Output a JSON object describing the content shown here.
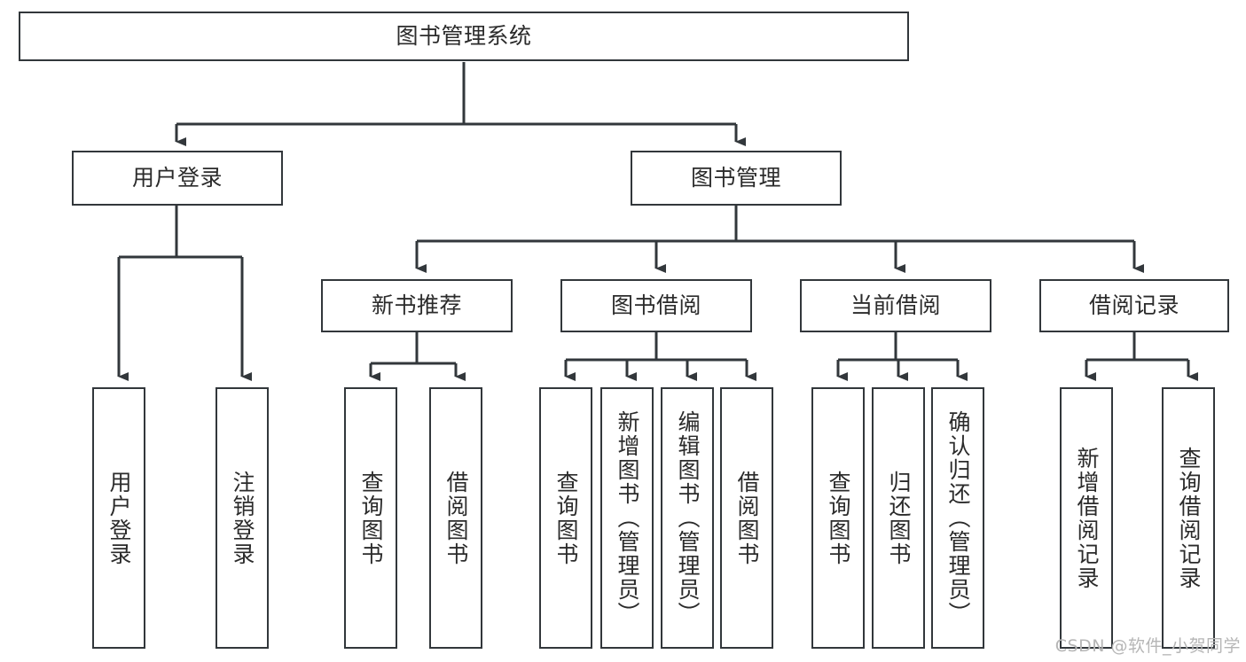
{
  "diagram": {
    "title": "图书管理系统",
    "type": "tree",
    "watermark": "CSDN @软件_小贺同学",
    "colors": {
      "box_border": "#32373b",
      "box_fill": "#ffffff",
      "connector": "#32373b",
      "text": "#2b2b2b",
      "watermark": "#b6b6b6"
    },
    "nodes": {
      "root": {
        "label": "图书管理系统"
      },
      "level2": [
        {
          "label": "用户登录"
        },
        {
          "label": "图书管理"
        }
      ],
      "level3": [
        {
          "label": "新书推荐"
        },
        {
          "label": "图书借阅"
        },
        {
          "label": "当前借阅"
        },
        {
          "label": "借阅记录"
        }
      ],
      "leaves": {
        "user_login": [
          {
            "label": "用户登录"
          },
          {
            "label": "注销登录"
          }
        ],
        "new_book": [
          {
            "label": "查询图书"
          },
          {
            "label": "借阅图书"
          }
        ],
        "book_borrow": [
          {
            "label": "查询图书"
          },
          {
            "label": "新增图书（管理员）"
          },
          {
            "label": "编辑图书（管理员）"
          },
          {
            "label": "借阅图书"
          }
        ],
        "current_borrow": [
          {
            "label": "查询图书"
          },
          {
            "label": "归还图书"
          },
          {
            "label": "确认归还（管理员）"
          }
        ],
        "borrow_record": [
          {
            "label": "新增借阅记录"
          },
          {
            "label": "查询借阅记录"
          }
        ]
      }
    }
  }
}
